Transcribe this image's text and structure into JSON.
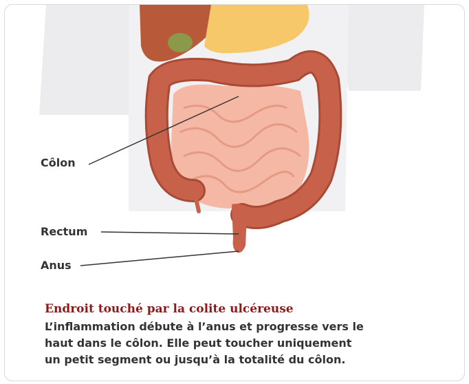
{
  "labels": {
    "colon": "Côlon",
    "rectum": "Rectum",
    "anus": "Anus"
  },
  "caption": {
    "title": "Endroit touché par la colite ulcéreuse",
    "lines": [
      "L’inflammation débute à l’anus et progresse vers le",
      "haut dans le côlon. Elle peut toucher uniquement",
      "un petit segment ou jusqu’à la totalité du côlon."
    ]
  },
  "colors": {
    "colon": "#c8614a",
    "colon_dark": "#a84a36",
    "small_intestine": "#f5b8a4",
    "stomach": "#f6c86a",
    "liver": "#b85a3a",
    "gallbladder": "#8a9a4a",
    "torso": "#ececee",
    "title": "#8b1a1a"
  }
}
